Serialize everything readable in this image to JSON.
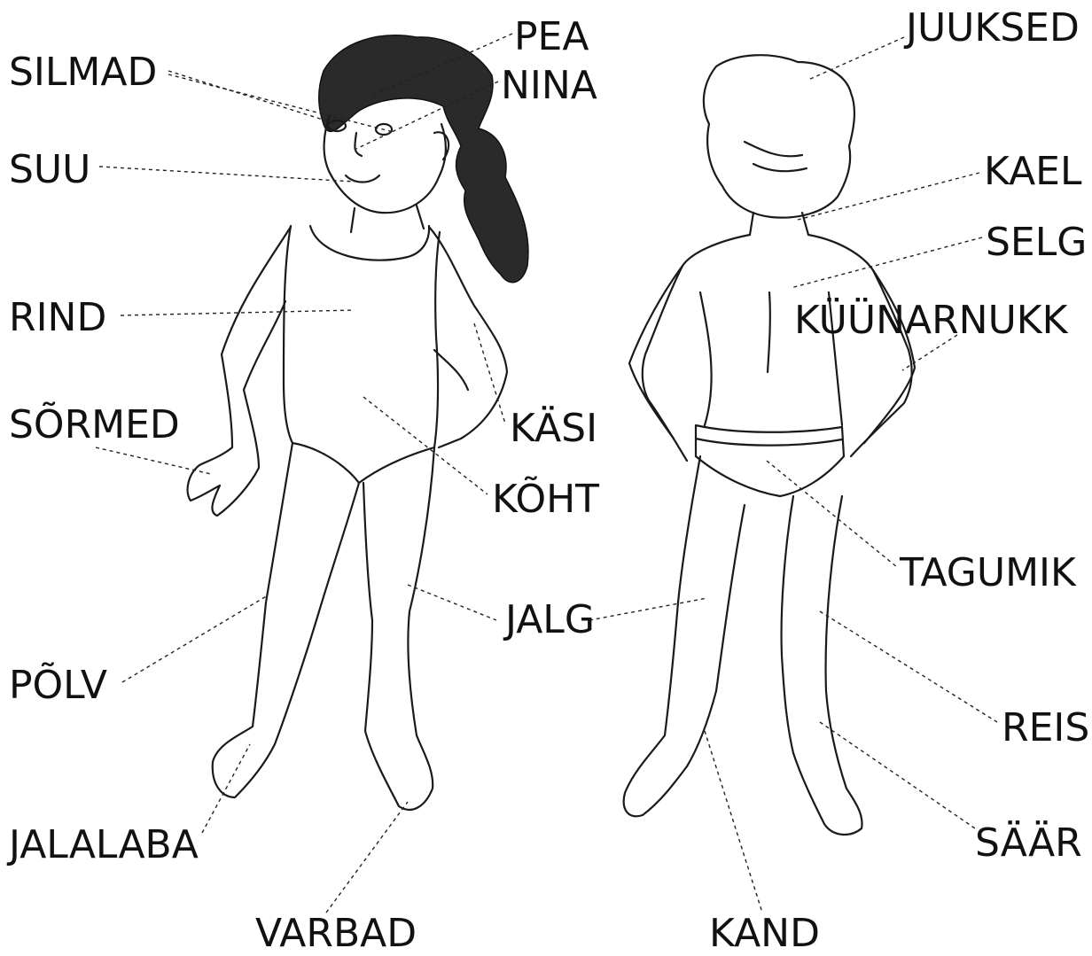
{
  "labels": {
    "pea": "PEA",
    "silmad": "SILMAD",
    "nina": "NINA",
    "suu": "SUU",
    "rind": "RIND",
    "sormed": "SÕRMED",
    "kasi": "KÄSI",
    "koht": "KÕHT",
    "jalg": "JALG",
    "polv": "PÕLV",
    "jalalaba": "JALALABA",
    "varbad": "VARBAD",
    "juuksed": "JUUKSED",
    "kael": "KAEL",
    "selg": "SELG",
    "kyynarnukk": "KÜÜNARNUKK",
    "tagumik": "TAGUMIK",
    "reis": "REIS",
    "saar": "SÄÄR",
    "kand": "KAND"
  }
}
